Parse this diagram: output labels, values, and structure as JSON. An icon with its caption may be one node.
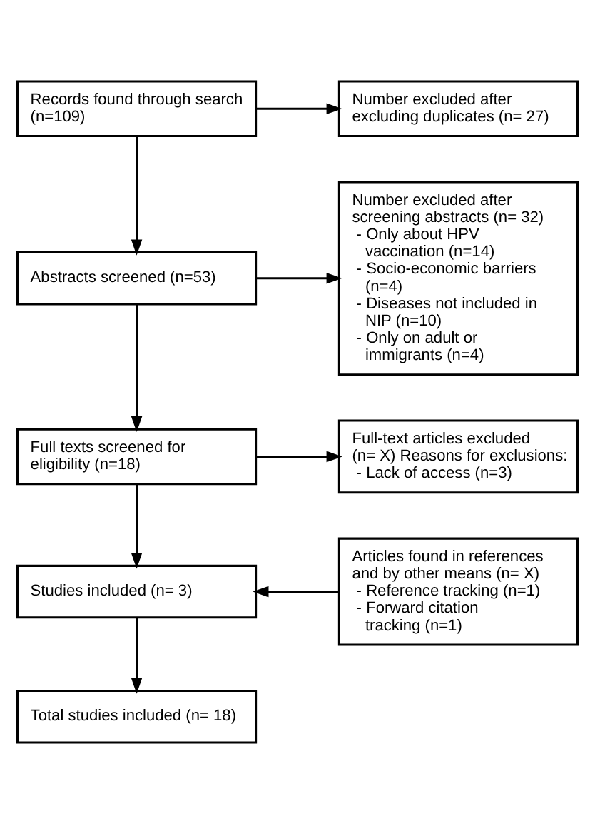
{
  "diagram": {
    "nodes": [
      {
        "text": [
          "Records found through search (n=109)"
        ]
      },
      {
        "text": [
          "Number excluded after excluding duplicates (n= 27)"
        ]
      },
      {
        "text": [
          "Abstracts screened (n=53)"
        ]
      },
      {
        "text": [
          "Number excluded after screening abstracts (n= 32)",
          "- Only about HPV vaccination (n=14)",
          "- Socio-economic barriers (n=4)",
          "- Diseases not included in NIP (n=10)",
          "- Only on adult or immigrants (n=4)"
        ]
      },
      {
        "text": [
          "Full texts screened for eligibility (n=18)"
        ]
      },
      {
        "text": [
          "Full-text articles excluded (n= X) Reasons for exclusions:",
          "- Lack of access (n=3)"
        ]
      },
      {
        "text": [
          "Studies included (n= 3)"
        ]
      },
      {
        "text": [
          "Articles found in references and by other means (n= X)",
          "- Reference tracking (n=1)",
          "- Forward citation tracking (n=1)"
        ]
      },
      {
        "text": [
          "Total studies included (n= 18)"
        ]
      }
    ],
    "edges": [
      {
        "from": 0,
        "to": 1,
        "arrow": "to"
      },
      {
        "from": 0,
        "to": 2,
        "arrow": "to"
      },
      {
        "from": 2,
        "to": 3,
        "arrow": "to"
      },
      {
        "from": 2,
        "to": 4,
        "arrow": "to"
      },
      {
        "from": 4,
        "to": 5,
        "arrow": "to"
      },
      {
        "from": 4,
        "to": 6,
        "arrow": "to"
      },
      {
        "from": 7,
        "to": 6,
        "arrow": "to"
      },
      {
        "from": 6,
        "to": 8,
        "arrow": "to"
      }
    ]
  }
}
